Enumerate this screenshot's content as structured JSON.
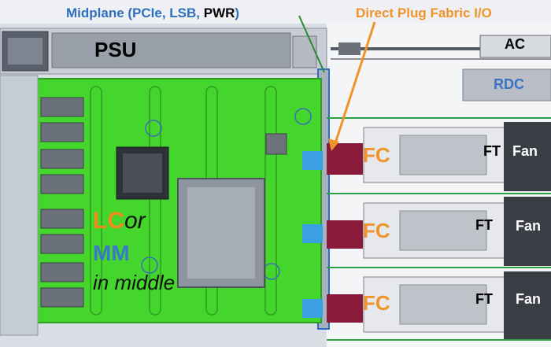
{
  "annotations": {
    "midplane_prefix": "Midplane (PCIe, LSB, ",
    "midplane_pwr": "PWR",
    "midplane_suffix": ")",
    "direct_plug": "Direct Plug Fabric I/O"
  },
  "components": {
    "psu": "PSU",
    "ac": "AC",
    "rdc": "RDC",
    "fc": "FC",
    "ft": "FT",
    "fan": "Fan"
  },
  "center_text": {
    "lc": "LC",
    "or": "or",
    "mm": "MM",
    "in_middle": "in middle"
  },
  "colors": {
    "board_green": "#44d62c",
    "midplane_blue": "#2e6fc0",
    "fabric_orange": "#f0932a",
    "lc_orange": "#f38a1e",
    "mm_blue": "#3a78c9",
    "connector_maroon": "#8a1a3a",
    "connector_blue": "#3aa0e0",
    "rdc_blue": "#3b73c4"
  }
}
